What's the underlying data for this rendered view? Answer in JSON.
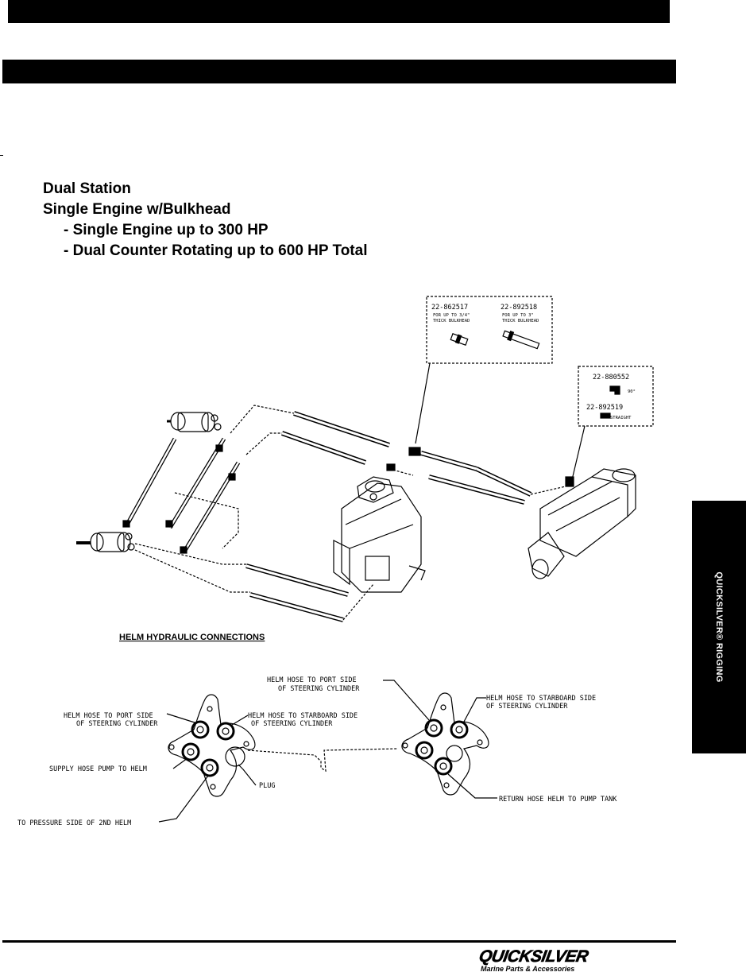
{
  "side_tab": {
    "label": "QUICKSILVER® RIGGING"
  },
  "heading": {
    "line1": "Dual Station",
    "line2": "Single Engine w/Bulkhead",
    "line3": "- Single Engine up to 300 HP",
    "line4": "- Dual Counter Rotating up to 600 HP Total"
  },
  "diagram": {
    "callout_bulkhead": {
      "part_a": "22-862517",
      "part_a_note1": "FOR UP TO 3/4\"",
      "part_a_note2": "THICK BULKHEAD",
      "part_b": "22-892518",
      "part_b_note1": "FOR UP TO 3\"",
      "part_b_note2": "THICK BULKHEAD"
    },
    "callout_cylinder": {
      "part_a": "22-880552",
      "part_a_note": "90°",
      "part_b": "22-892519",
      "part_b_note": "STRAIGHT"
    },
    "connections_title": "HELM HYDRAULIC CONNECTIONS",
    "left_helm": {
      "port_label_1": "HELM HOSE TO PORT SIDE",
      "port_label_2": "OF STEERING CYLINDER",
      "starboard_label_1": "HELM HOSE TO STARBOARD SIDE",
      "starboard_label_2": "OF STEERING CYLINDER",
      "supply_label": "SUPPLY HOSE PUMP TO HELM",
      "plug_label": "PLUG",
      "pressure_label": "TO PRESSURE SIDE OF 2ND HELM"
    },
    "right_helm": {
      "port_label_1": "HELM HOSE TO PORT SIDE",
      "port_label_2": "OF STEERING CYLINDER",
      "starboard_label_1": "HELM HOSE TO STARBOARD SIDE",
      "starboard_label_2": "OF STEERING CYLINDER",
      "return_label": "RETURN HOSE HELM TO PUMP TANK"
    }
  },
  "footer": {
    "brand": "QUICKSILVER",
    "tagline": "Marine Parts & Accessories"
  }
}
